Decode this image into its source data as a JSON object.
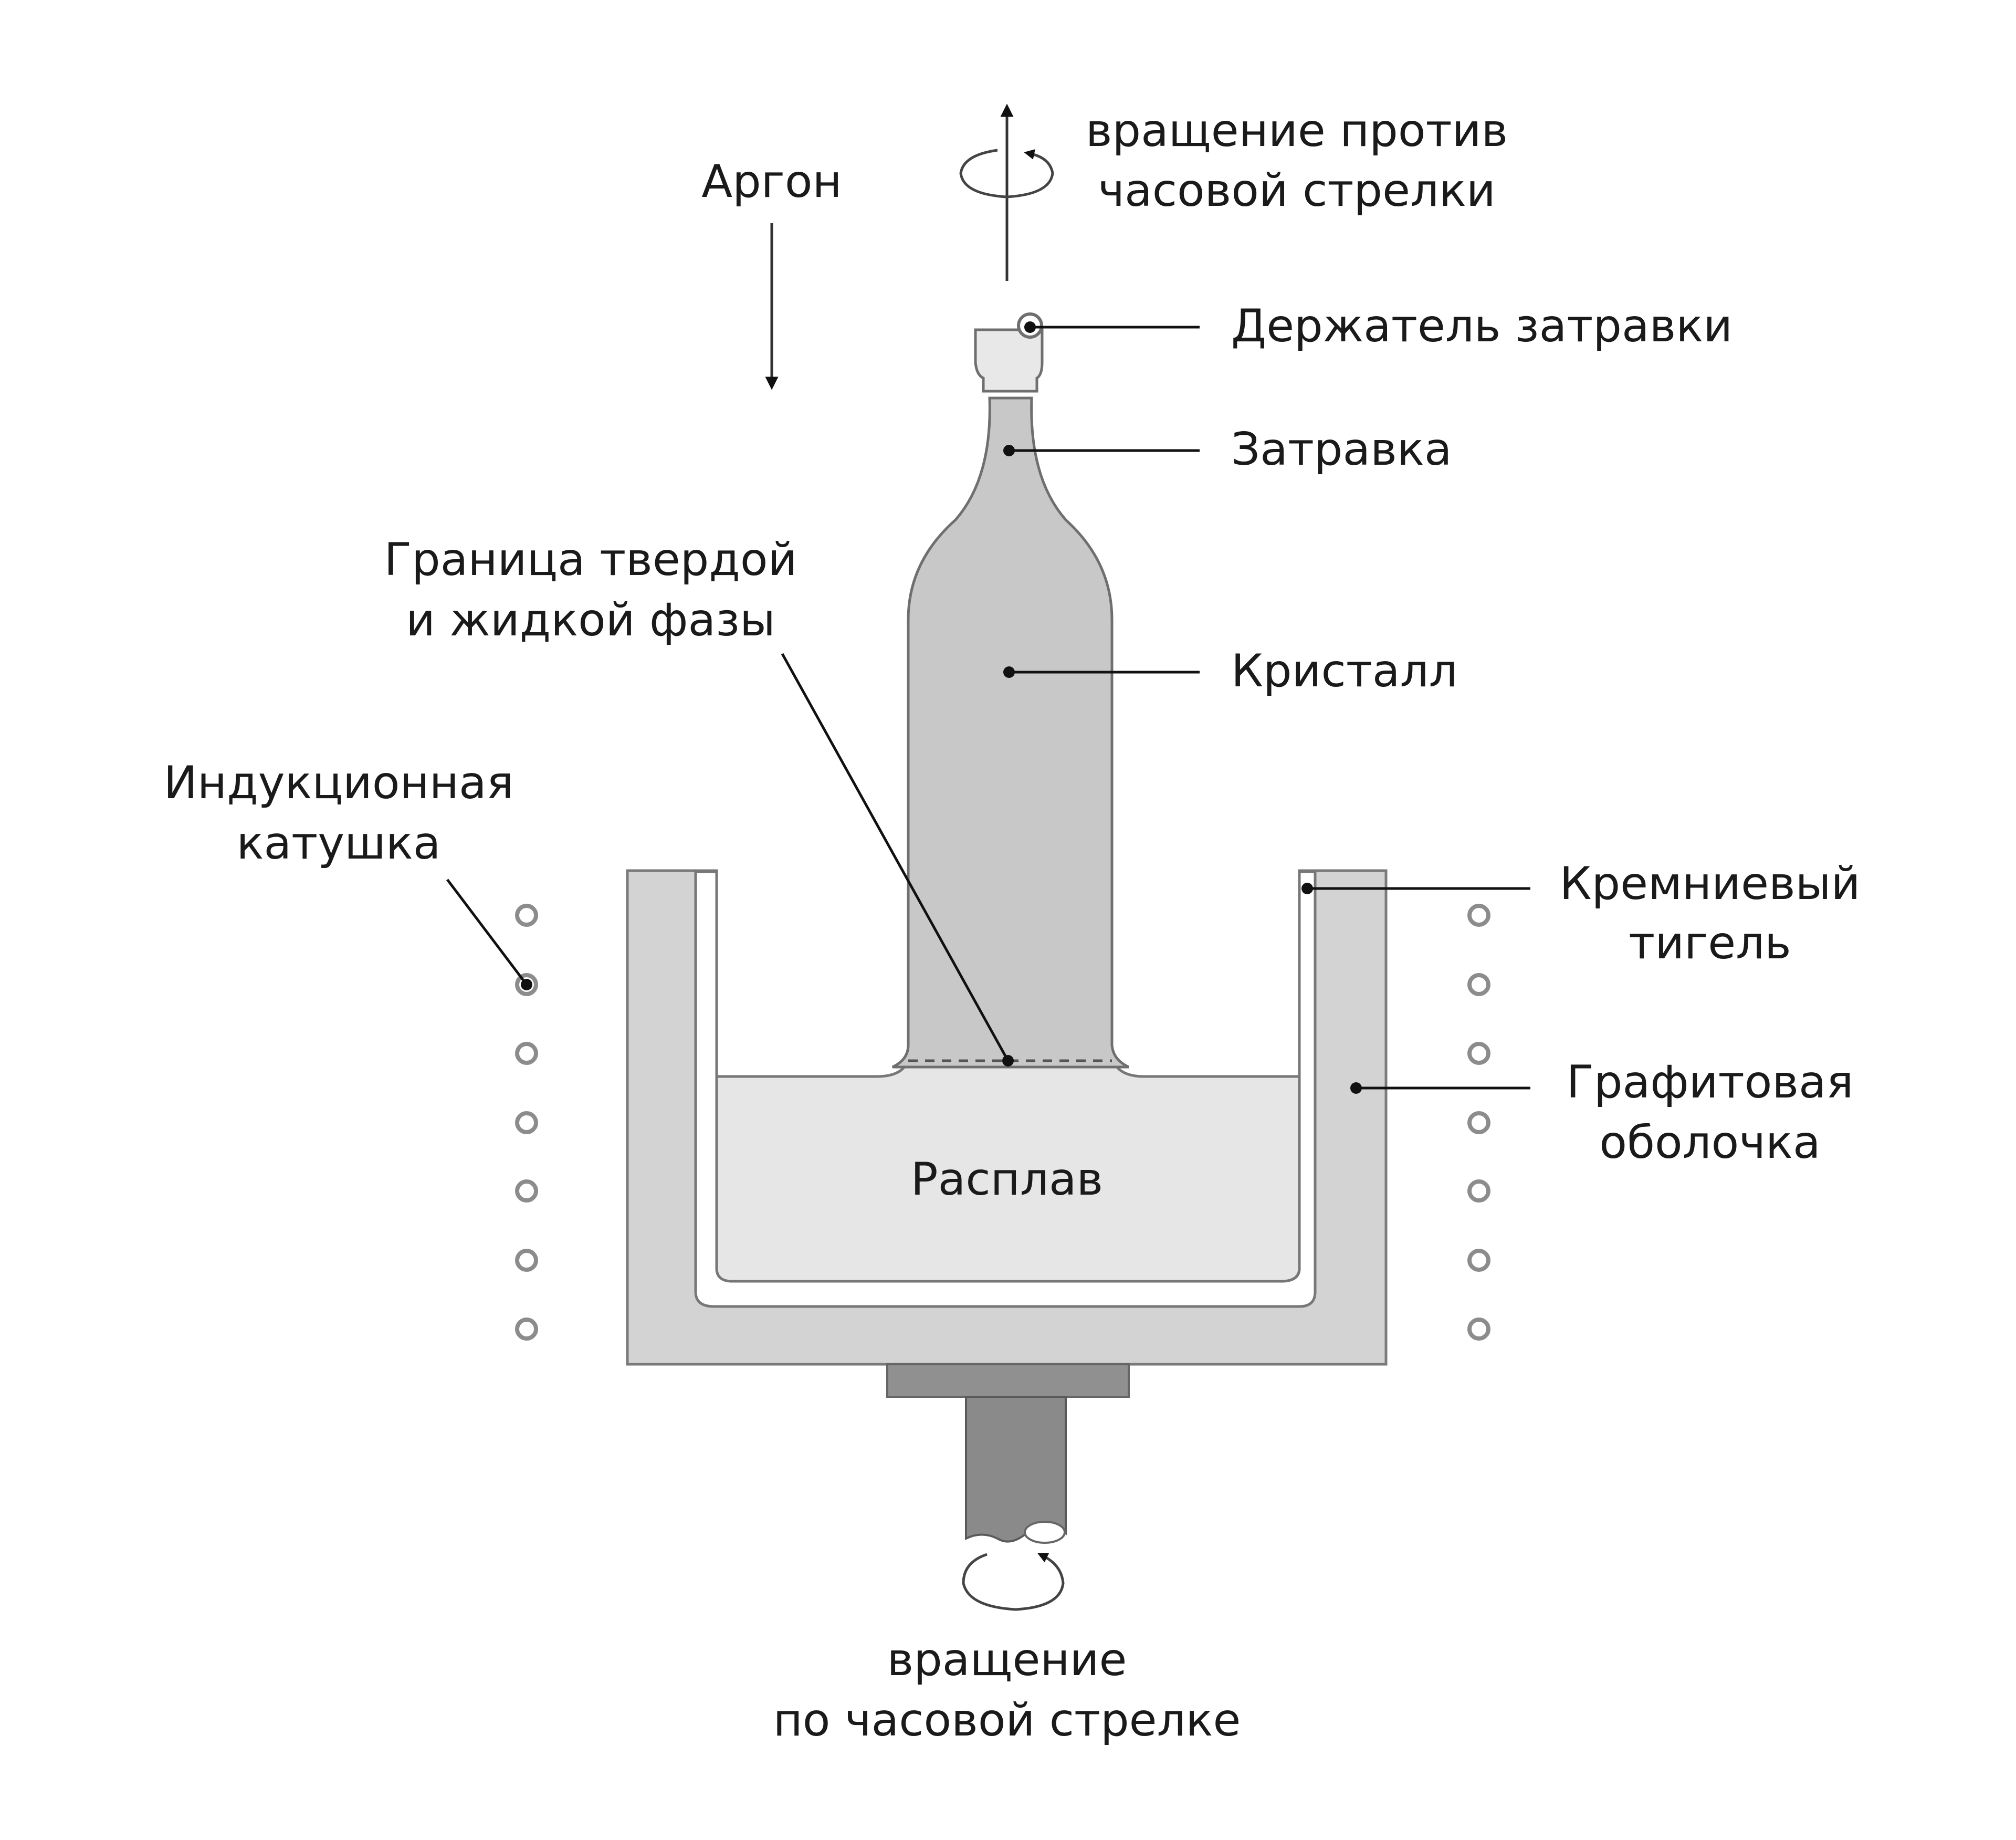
{
  "labels": {
    "argon": "Аргон",
    "rotation_ccw_line1": "вращение против",
    "rotation_ccw_line2": "часовой стрелки",
    "seed_holder": "Держатель затравки",
    "seed": "Затравка",
    "interface_line1": "Граница твердой",
    "interface_line2": "и жидкой фазы",
    "crystal": "Кристалл",
    "coil_line1": "Индукционная",
    "coil_line2": "катушка",
    "crucible_line1": "Кремниевый",
    "crucible_line2": "тигель",
    "graphite_line1": "Графитовая",
    "graphite_line2": "оболочка",
    "melt": "Расплав",
    "rotation_cw_line1": "вращение",
    "rotation_cw_line2": "по часовой стрелке"
  },
  "colors": {
    "graphite_shell": "#d3d3d3",
    "crucible_wall": "#ffffff",
    "melt": "#e6e6e6",
    "crystal": "#c8c8c8",
    "shaft": "#8a8a8a",
    "outline": "#777777",
    "coil": "#8c8c8c"
  }
}
